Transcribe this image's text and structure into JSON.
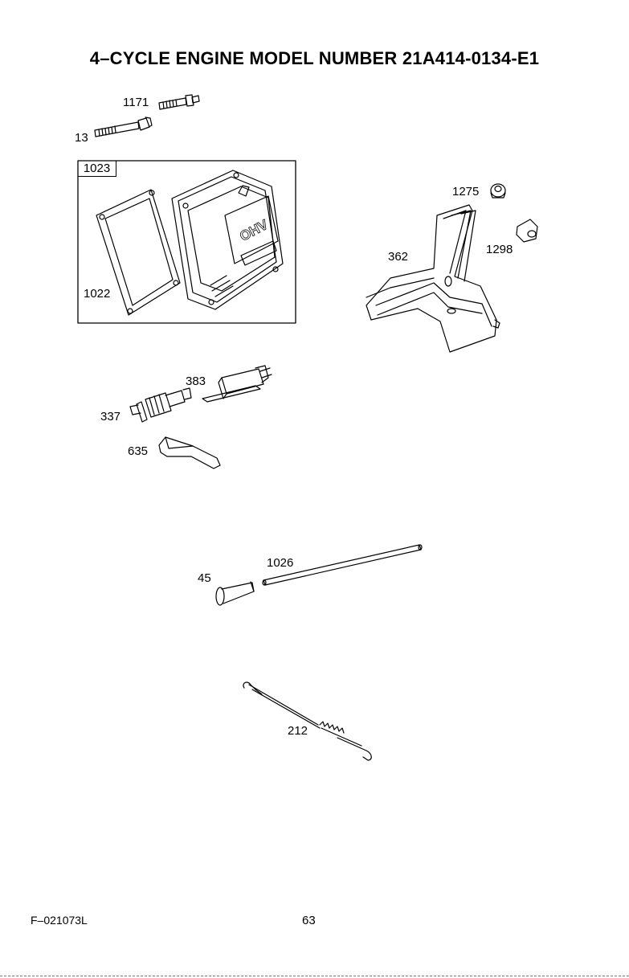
{
  "title": "4–CYCLE ENGINE MODEL NUMBER 21A414-0134-E1",
  "parts": {
    "p1171": "1171",
    "p13": "13",
    "p1023": "1023",
    "p1022": "1022",
    "p1275": "1275",
    "p362": "362",
    "p1298": "1298",
    "p383": "383",
    "p337": "337",
    "p635": "635",
    "p45": "45",
    "p1026": "1026",
    "p212": "212"
  },
  "cover_embossing": "OHV",
  "footer": {
    "doc_code": "F–021073L",
    "page_number": "63"
  }
}
